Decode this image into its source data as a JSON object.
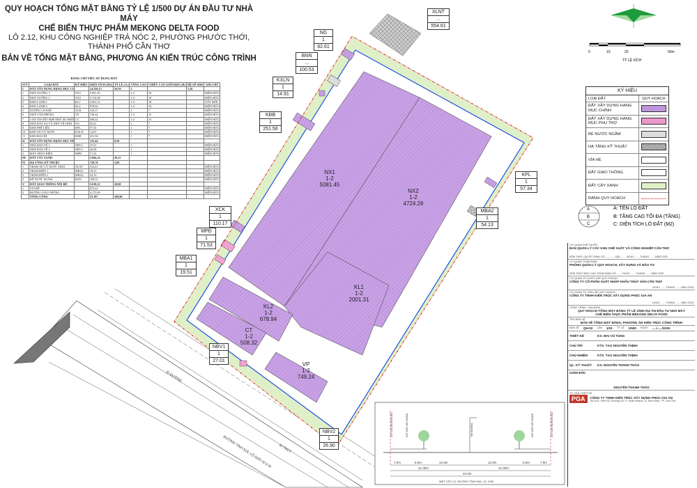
{
  "title": {
    "line1": "QUY HOẠCH TỔNG MẶT BẰNG TỶ LỆ 1/500 DỰ ÁN ĐẦU TƯ NHÀ MÁY",
    "line2": "CHẾ BIẾN THỰC PHẨM MEKONG DELTA FOOD",
    "line3": "LÔ 2.12, KHU CÔNG NGHIỆP TRÀ NÓC 2, PHƯỜNG PHƯỚC THỚI,",
    "line4": "THÀNH PHỐ CẦN THƠ",
    "line5": "BẢN VẼ TỔNG MẶT BẰNG, PHƯƠNG ÁN KIẾN TRÚC CÔNG TRÌNH"
  },
  "table": {
    "caption": "BẢNG CHỈ TIÊU SỬ DỤNG ĐẤT",
    "headers": [
      "STT",
      "LOẠI ĐẤT",
      "KÝ HIỆU",
      "DIỆN TÍCH (M2)",
      "TỶ LỆ (%)",
      "TẦNG CAO",
      "CHIỀU CAO GIỚI HẠN (M)",
      "HỆ SỐ SDĐ",
      "GHI CHÚ"
    ],
    "rows": [
      [
        "I",
        "ĐẤT XÂY DỰNG HẠNG MỤC CHÍNH",
        "",
        "14.250,13",
        "56,59",
        "2",
        "",
        "1,26",
        ""
      ],
      [
        "1",
        "NHÀ XƯỞNG 1",
        "NX1",
        "5.081,45",
        "",
        "1-2",
        "18",
        "",
        "HIỆN HỮU"
      ],
      [
        "2",
        "NHÀ XƯỞNG 2",
        "NX2",
        "4.724,28",
        "",
        "1-2",
        "18",
        "",
        "HIỆN HỮU"
      ],
      [
        "3",
        "KHO LẠNH 1",
        "KL1",
        "2.001,31",
        "",
        "1-2",
        "18",
        "",
        "XÂY MỚI"
      ],
      [
        "4",
        "KHO LẠNH 2",
        "KL2",
        "678,94",
        "",
        "1-2",
        "18",
        "",
        "HIỆN HỮU"
      ],
      [
        "5",
        "XƯỞNG CƠ KHÍ",
        "XCK",
        "110,17",
        "",
        "1",
        "7",
        "",
        "HIỆN HỮU"
      ],
      [
        "6",
        "NHÀ VĂN PHÒNG",
        "VP",
        "749,24",
        "",
        "1-2",
        "15",
        "",
        "HIỆN HỮU"
      ],
      [
        "7",
        "CĂN TIN KẾT HỢP NHÀ XE NHÂN VIÊN",
        "CT",
        "508,32",
        "",
        "1-2",
        "15",
        "",
        "HIỆN HỮU"
      ],
      [
        "8",
        "NHÀ ĐẶT XA VÀ NHÀ VỆ SINH",
        "NG",
        "82,61",
        "",
        "1",
        "7",
        "",
        "HIỆN HỮU"
      ],
      [
        "9",
        "KHO PHẾ LIỆU",
        "KPL",
        "57,34",
        "",
        "1",
        "7",
        "",
        "HIỆN HỮU"
      ],
      [
        "10",
        "KHO XỬ LÝ NƯỚC",
        "KXLN",
        "14,91",
        "",
        "1",
        "7",
        "",
        "HIỆN HỮU"
      ],
      [
        "11",
        "KHO BAO BÌ",
        "KBB",
        "251,56",
        "",
        "1",
        "7",
        "",
        "HIỆN HỮU"
      ],
      [
        "II",
        "ĐẤT XÂY DỰNG HẠNG MỤC PHỤ TRỢ",
        "",
        "125,44",
        "0,50",
        "",
        "",
        "",
        ""
      ],
      [
        "1",
        "NHÀ BẢO VỆ 1",
        "NBV1",
        "27,01",
        "",
        "1",
        "",
        "",
        "HIỆN HỮU"
      ],
      [
        "2",
        "NHÀ BẢO VỆ 2",
        "NBV2",
        "26,90",
        "",
        "1",
        "",
        "",
        "HIỆN HỮU"
      ],
      [
        "3",
        "MÁY PHÁT ĐIỆN",
        "MPĐ",
        "71,53",
        "",
        "1",
        "",
        "",
        "HIỆN HỮU"
      ],
      [
        "III",
        "ĐẤT CÂY XANH",
        "",
        "5.064,14",
        "20,11",
        "",
        "",
        "",
        ""
      ],
      [
        "IV",
        "HẠ TẦNG KỸ THUẬT",
        "",
        "728,70",
        "2,89",
        "",
        "",
        "",
        ""
      ],
      [
        "1",
        "TRẠM XỬ LÝ NƯỚC THẢI",
        "XLNT",
        "554,61",
        "",
        "",
        "",
        "",
        "HIỆN HỮU"
      ],
      [
        "2",
        "TRẠM ĐIỆN 1",
        "MBA1",
        "19,51",
        "",
        "",
        "",
        "",
        "HIỆN HỮU"
      ],
      [
        "3",
        "TRẠM ĐIỆN 2",
        "MBA2",
        "54,13",
        "",
        "",
        "",
        "",
        "HIỆN HỮU"
      ],
      [
        "4",
        "BỂ NƯỚC NGẦM",
        "BNN",
        "100,53",
        "",
        "",
        "",
        "",
        "HIỆN HỮU"
      ],
      [
        "V",
        "ĐẤT GIAO THÔNG NỘI BỘ",
        "",
        "5.018,21",
        "20,00",
        "",
        "",
        "",
        ""
      ],
      [
        "1",
        "VỈA HÈ",
        "",
        "872,22",
        "",
        "",
        "",
        "",
        "HIỆN HỮU"
      ],
      [
        "2",
        "ĐƯỜNG GIAO THÔNG",
        "",
        "4.175,99",
        "",
        "",
        "",
        "",
        "HIỆN HỮU"
      ],
      [
        "",
        "TỔNG CỘNG",
        "",
        "25.197",
        "100,00",
        "",
        "",
        "",
        ""
      ]
    ]
  },
  "buildings": [
    {
      "code": "NX1",
      "floors": "1-2",
      "area": "5081.45"
    },
    {
      "code": "NX2",
      "floors": "1-2",
      "area": "4724.28"
    },
    {
      "code": "KL1",
      "floors": "1-2",
      "area": "2001.31"
    },
    {
      "code": "KL2",
      "floors": "1-2",
      "area": "678.94"
    },
    {
      "code": "CT",
      "floors": "1-2",
      "area": "508.32"
    },
    {
      "code": "VP",
      "floors": "1-2",
      "area": "749.24"
    },
    {
      "code": "NBV1",
      "floors": "1",
      "area": "27.01"
    },
    {
      "code": "NBV2",
      "floors": "1",
      "area": "26.90"
    },
    {
      "code": "MBA1",
      "floors": "1",
      "area": "19.51"
    },
    {
      "code": "MPĐ",
      "floors": "1",
      "area": "71.53"
    },
    {
      "code": "XCK",
      "floors": "1",
      "area": "110.17"
    },
    {
      "code": "KBB",
      "floors": "1",
      "area": "251.56"
    },
    {
      "code": "KXLN",
      "floors": "1",
      "area": "14.91"
    },
    {
      "code": "BNN",
      "floors": "...",
      "area": "100.53"
    },
    {
      "code": "NG",
      "floors": "1",
      "area": "82.61"
    },
    {
      "code": "XLNT",
      "floors": "...",
      "area": "554.61"
    },
    {
      "code": "KPL",
      "floors": "1",
      "area": "57.34"
    },
    {
      "code": "MBA2",
      "floors": "1",
      "area": "54.13"
    }
  ],
  "roads": {
    "road_main": "ĐƯỜNG TỈNH 918, LỘ GIỚI 42.0 M",
    "road_marker1": "ID ĐƯỜNG",
    "road_marker2": "ID TRCT"
  },
  "scale_bar": {
    "ticks": [
      "0",
      "10",
      "20",
      "50m"
    ],
    "label": "TỶ LỆ XÍCH"
  },
  "legend": {
    "title": "KÝ HIỆU",
    "col1": "LOẠI ĐẤT",
    "col2": "QUY HOẠCH",
    "items": [
      {
        "name": "ĐẤT XÂY DỰNG HẠNG MỤC CHÍNH",
        "fill": "#c9a2e6"
      },
      {
        "name": "ĐẤT XÂY DỰNG HẠNG MỤC PHỤ TRỢ",
        "fill": "#f3a6d6"
      },
      {
        "name": "BỂ NƯỚC NGẦM",
        "fill": "#dddddd"
      },
      {
        "name": "HẠ TẦNG KỸ THUẬT",
        "fill": "#bbbbbb"
      },
      {
        "name": "VỈA HÈ",
        "fill": "#ffffff"
      },
      {
        "name": "ĐẤT GIAO THÔNG",
        "fill": "#ffffff"
      },
      {
        "name": "ĐẤT CÂY XANH",
        "fill": "#dff0c8"
      },
      {
        "name": "RANH QUY HOẠCH",
        "fill": "none"
      }
    ]
  },
  "lot_key": {
    "a": "A",
    "b": "B",
    "c": "C",
    "a_text": "A: TÊN LÔ ĐẤT",
    "b_text": "B: TẦNG CAO TỐI ĐA (TẦNG)",
    "c_text": "C: DIỆN TÍCH LÔ ĐẤT (M2)"
  },
  "title_block": {
    "approver_label": "CƠ QUAN PHÊ DUYỆT",
    "approver": "BAN QUẢN LÝ CÁC KHU CHẾ XUẤT VÀ CÔNG NGHIỆP CẦN THƠ",
    "approval_note": "KÈM THEO QUYẾT ĐỊNH SỐ ............ /QĐ-....... NGÀY ...... THÁNG ...... NĂM 2025",
    "reviewer_label": "CƠ QUAN THẨM ĐỊNH",
    "reviewer": "PHÒNG QUẢN LÝ QUY HOẠCH, XÂY DỰNG VÀ ĐẦU TƯ",
    "review_note": "KÈM THEO BÁO CÁO THẨM ĐỊNH SỐ ....... NGÀY ...... THÁNG ...... NĂM 2025",
    "agency_label": "CƠ QUAN TỔ CHỨC LẬP QUY HOẠCH",
    "agency": "CÔNG TY CỔ PHẦN XUẤT NHẬP KHẨU THỦY SẢN CẦN THƠ",
    "agency_date": "NGÀY ...... THÁNG ...... NĂM 2025",
    "consultant_label": "CƠ QUAN TƯ VẤN LẬP QUY HOẠCH",
    "consultant": "CÔNG TY TNHH KIẾN TRÚC XÂY DỰNG PHÚC GIA AN",
    "consultant_date": "NGÀY ...... THÁNG ...... NĂM 2025",
    "project_label": "CÔNG TRÌNH - ĐỊA ĐIỂM",
    "project1": "QUY HOẠCH TỔNG MẶT BẰNG TỶ LỆ 1/500 DỰ ÁN ĐẦU TƯ NHÀ MÁY",
    "project2": "CHẾ BIẾN THỰC PHẨM MEKONG DELTA FOOD",
    "drawing_label": "TÊN BẢN VẼ",
    "drawing": "BẢN VẼ TỔNG MẶT BẰNG, PHƯƠNG ÁN KIẾN TRÚC CÔNG TRÌNH",
    "sheet_label": "BẢN VẼ",
    "sheet": "QH-02",
    "date_label": "NGÀY",
    "rev_label": "LẦN",
    "rev": "1/01",
    "scale_label": "TỶ LỆ",
    "scale": "1/500",
    "date_value": "...../...../2025",
    "roles": [
      {
        "role": "THIẾT KẾ",
        "name": "KS. MAI VŨ TÙNG"
      },
      {
        "role": "CHỦ TRÌ",
        "name": "KTS. TẠO NGUYÊN THỊNH"
      },
      {
        "role": "CHỦ NHIỆM",
        "name": "KTS. TẠO NGUYÊN THỊNH"
      },
      {
        "role": "QL. KỸ THUẬT",
        "name": "KS. NGUYỄN THANH THẢO"
      }
    ],
    "director_label": "GIÁM ĐỐC",
    "director_name": "NGUYỄN THANH THẢO",
    "consultant_short_label": "TƯ VẤN THIẾT KẾ",
    "brand": "PGA",
    "company": "CÔNG TY TNHH KIẾN TRÚC XÂY DỰNG PHÚC GIA AN",
    "company_addr": "Số 31/2, Hẻm 31, Đường 3/2, P. Xuân Khánh, Q. Ninh Kiều, TP. Cần Thơ"
  },
  "section": {
    "label": "MẶT CẮT 2-2, ĐƯỜNG TỈNH 918, LG. 42M",
    "dims": [
      "7.0m",
      "5.0m",
      "12.0m",
      "12.0m",
      "5.0m",
      "7.0m"
    ],
    "totals": [
      "21.00m",
      "21.00m"
    ],
    "total": "42.0m",
    "marks": [
      "CHỈ GIỚI ĐƯỜNG ĐỎ",
      "CHỈ GIỚI XÂY DỰNG",
      "TIM ĐƯỜNG",
      "CHỈ GIỚI XÂY DỰNG",
      "CHỈ GIỚI ĐƯỜNG ĐỎ"
    ]
  },
  "colors": {
    "main": "#c9a2e6",
    "aux": "#f3a6d6",
    "green": "#dff0c8",
    "road": "#ffffff",
    "boundary": "#e01010",
    "blue_line": "#1f4fe0"
  }
}
